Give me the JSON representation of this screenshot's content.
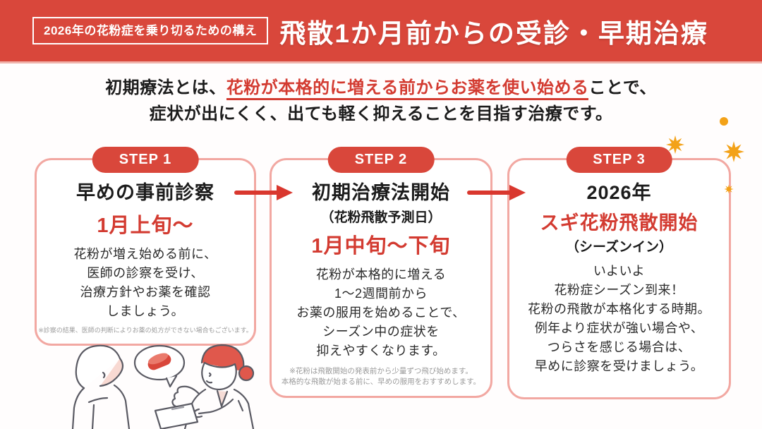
{
  "header": {
    "tagline": "2026年の花粉症を乗り切るための構え",
    "title": "飛散1か月前からの受診・早期治療"
  },
  "intro": {
    "line1_prefix": "初期療法とは、",
    "line1_highlight": "花粉が本格的に増える前からお薬を使い始める",
    "line1_suffix": "ことで、",
    "line2": "症状が出にくく、出ても軽く抑えることを目指す治療です。"
  },
  "steps": [
    {
      "badge": "STEP 1",
      "title": "早めの事前診察",
      "period": "1月上旬〜",
      "body": "花粉が増え始める前に、\n医師の診察を受け、\n治療方針やお薬を確認\nしましょう。",
      "note": "※診察の結果、医師の判断によりお薬の処方ができない場合もございます。"
    },
    {
      "badge": "STEP 2",
      "title": "初期治療法開始",
      "subtitle": "（花粉飛散予測日）",
      "period": "1月中旬〜下旬",
      "body": "花粉が本格的に増える\n1〜2週間前から\nお薬の服用を始めることで、\nシーズン中の症状を\n抑えやすくなります。",
      "note": "※花粉は飛散開始の発表前から少量ずつ飛び始めます。\n本格的な飛散が始まる前に、早めの服用をおすすめします。"
    },
    {
      "badge": "STEP 3",
      "title": "2026年",
      "highlight": "スギ花粉飛散開始",
      "subtitle": "（シーズンイン）",
      "body": "いよいよ\n花粉症シーズン到来！\n花粉の飛散が本格化する時期。\n例年より症状が強い場合や、\nつらさを感じる場合は、\n早めに診察を受けましょう。"
    }
  ],
  "colors": {
    "accent_red": "#d9473b",
    "text_red": "#d33b31",
    "card_border": "#f2a8a2",
    "pollen_orange": "#f3a218",
    "note_gray": "#9b9b9b"
  }
}
